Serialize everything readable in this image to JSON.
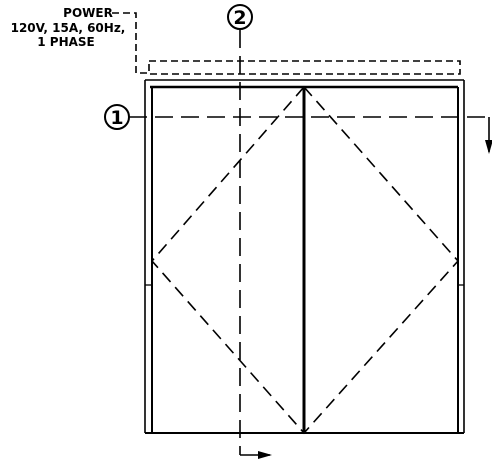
{
  "power_note": {
    "line1": "POWER",
    "line2": "120V, 15A, 60Hz,",
    "line3": "1 PHASE"
  },
  "callouts": {
    "first": "1",
    "second": "2"
  },
  "colors": {
    "line": "#000000",
    "background": "#ffffff"
  }
}
